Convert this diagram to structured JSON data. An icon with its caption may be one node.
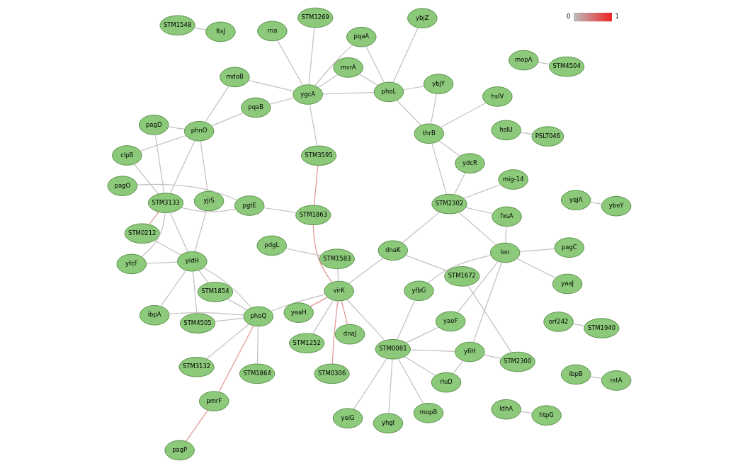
{
  "diagram": {
    "nodes": [
      {
        "text": [
          "phoQ"
        ]
      },
      {
        "text": [
          "virK"
        ]
      },
      {
        "text": [
          "STM0081"
        ]
      },
      {
        "text": [
          "yeaH"
        ]
      },
      {
        "text": [
          "dnaJ"
        ]
      },
      {
        "text": [
          "yhgI"
        ]
      },
      {
        "text": [
          "STM1864"
        ]
      },
      {
        "text": [
          "hslU"
        ]
      },
      {
        "text": [
          "mopA"
        ]
      },
      {
        "text": [
          "mopB"
        ]
      },
      {
        "text": [
          "pmrF"
        ]
      },
      {
        "text": [
          "STM4505"
        ]
      },
      {
        "text": [
          "STM4504"
        ]
      },
      {
        "text": [
          "STM0306"
        ]
      },
      {
        "text": [
          "STM3132"
        ]
      },
      {
        "text": [
          "yidH"
        ]
      },
      {
        "text": [
          "PSLT046"
        ]
      },
      {
        "text": [
          "STM1854"
        ]
      },
      {
        "text": [
          "ldhA"
        ]
      },
      {
        "text": [
          "htpG"
        ]
      },
      {
        "text": [
          "pdgL"
        ]
      },
      {
        "text": [
          "STM1583"
        ]
      },
      {
        "text": [
          "pagP"
        ]
      },
      {
        "text": [
          "ibpA"
        ]
      },
      {
        "text": [
          "yeiG"
        ]
      },
      {
        "text": [
          "STM1252"
        ]
      },
      {
        "text": [
          "yfiH"
        ]
      },
      {
        "text": [
          "orf242"
        ]
      },
      {
        "text": [
          "yfcF"
        ]
      },
      {
        "text": [
          "STM1548"
        ]
      },
      {
        "text": [
          "ftsJ"
        ]
      },
      {
        "text": [
          "ibpB"
        ]
      },
      {
        "text": [
          "rstA"
        ]
      },
      {
        "text": [
          "rluD"
        ]
      },
      {
        "text": [
          "STM1940"
        ]
      },
      {
        "text": [
          "STM1863"
        ]
      },
      {
        "text": [
          "STM3133"
        ]
      },
      {
        "text": [
          "STM0212"
        ]
      },
      {
        "text": [
          "STM2300"
        ]
      },
      {
        "text": [
          "yqjA"
        ]
      },
      {
        "text": [
          "ybeY"
        ]
      },
      {
        "text": [
          "pagO"
        ]
      },
      {
        "text": [
          "STM1672"
        ]
      },
      {
        "text": [
          "yaaJ"
        ]
      },
      {
        "text": [
          "yfbG"
        ]
      },
      {
        "text": [
          "pgtE"
        ]
      },
      {
        "text": [
          "lon"
        ]
      },
      {
        "text": [
          "dnaK"
        ]
      },
      {
        "text": [
          "yaoF"
        ]
      },
      {
        "text": [
          "pagD"
        ]
      },
      {
        "text": [
          "clpB"
        ]
      },
      {
        "text": [
          "phnO"
        ]
      },
      {
        "text": [
          "STM1269"
        ]
      },
      {
        "text": [
          "ybjZ"
        ]
      },
      {
        "text": [
          "ybjY"
        ]
      },
      {
        "text": [
          "mig-14"
        ]
      },
      {
        "text": [
          "pagC"
        ]
      },
      {
        "text": [
          "mdoB"
        ]
      },
      {
        "text": [
          "pqaB"
        ]
      },
      {
        "text": [
          "yjiS"
        ]
      },
      {
        "text": [
          "hslV"
        ]
      },
      {
        "text": [
          "fxsA"
        ]
      },
      {
        "text": [
          "pqaA"
        ]
      },
      {
        "text": [
          "STM3595"
        ]
      },
      {
        "text": [
          "rna"
        ]
      },
      {
        "text": [
          "ydcR"
        ]
      },
      {
        "text": [
          "STM2302"
        ]
      },
      {
        "text": [
          "msrA"
        ]
      },
      {
        "text": [
          "ygcA"
        ]
      },
      {
        "text": [
          "phoL"
        ]
      },
      {
        "text": [
          "thrB"
        ]
      }
    ],
    "edges": [
      {
        "from": 0,
        "to": 1,
        "arrow": "none"
      },
      {
        "from": 1,
        "to": 2,
        "arrow": "none"
      },
      {
        "from": 2,
        "to": 26,
        "arrow": "none"
      },
      {
        "from": 26,
        "to": 46,
        "arrow": "none"
      },
      {
        "from": 46,
        "to": 66,
        "arrow": "none"
      },
      {
        "from": 66,
        "to": 70,
        "arrow": "none"
      },
      {
        "from": 70,
        "to": 69,
        "arrow": "none"
      },
      {
        "from": 69,
        "to": 68,
        "arrow": "none"
      },
      {
        "from": 68,
        "to": 58,
        "arrow": "none"
      },
      {
        "from": 58,
        "to": 51,
        "arrow": "none"
      },
      {
        "from": 51,
        "to": 36,
        "arrow": "none"
      },
      {
        "from": 36,
        "to": 15,
        "arrow": "none"
      },
      {
        "from": 15,
        "to": 0,
        "arrow": "none"
      },
      {
        "from": 0,
        "to": 6,
        "arrow": "none"
      },
      {
        "from": 0,
        "to": 11,
        "arrow": "none"
      },
      {
        "from": 0,
        "to": 14,
        "arrow": "none"
      },
      {
        "from": 0,
        "to": 17,
        "arrow": "none"
      },
      {
        "from": 0,
        "to": 10,
        "arrow": "none",
        "color": "#e39494"
      },
      {
        "from": 0,
        "to": 23,
        "arrow": "none"
      },
      {
        "from": 1,
        "to": 13,
        "arrow": "none",
        "color": "#e39494"
      },
      {
        "from": 1,
        "to": 21,
        "arrow": "none"
      },
      {
        "from": 1,
        "to": 25,
        "arrow": "none"
      },
      {
        "from": 1,
        "to": 35,
        "arrow": "none",
        "color": "#e39494"
      },
      {
        "from": 1,
        "to": 47,
        "arrow": "none"
      },
      {
        "from": 1,
        "to": 4,
        "arrow": "none",
        "color": "#e39494"
      },
      {
        "from": 1,
        "to": 3,
        "arrow": "none",
        "color": "#e39494"
      },
      {
        "from": 2,
        "to": 9,
        "arrow": "none"
      },
      {
        "from": 2,
        "to": 5,
        "arrow": "none"
      },
      {
        "from": 2,
        "to": 24,
        "arrow": "none"
      },
      {
        "from": 2,
        "to": 33,
        "arrow": "none"
      },
      {
        "from": 2,
        "to": 44,
        "arrow": "none"
      },
      {
        "from": 2,
        "to": 48,
        "arrow": "none"
      },
      {
        "from": 15,
        "to": 17,
        "arrow": "none"
      },
      {
        "from": 15,
        "to": 23,
        "arrow": "none"
      },
      {
        "from": 15,
        "to": 28,
        "arrow": "none"
      },
      {
        "from": 15,
        "to": 37,
        "arrow": "none"
      },
      {
        "from": 15,
        "to": 59,
        "arrow": "none"
      },
      {
        "from": 15,
        "to": 11,
        "arrow": "none"
      },
      {
        "from": 36,
        "to": 37,
        "arrow": "none",
        "color": "#e39494"
      },
      {
        "from": 36,
        "to": 49,
        "arrow": "none"
      },
      {
        "from": 36,
        "to": 50,
        "arrow": "none"
      },
      {
        "from": 36,
        "to": 28,
        "arrow": "none"
      },
      {
        "from": 36,
        "to": 45,
        "arrow": "none"
      },
      {
        "from": 51,
        "to": 59,
        "arrow": "none"
      },
      {
        "from": 51,
        "to": 49,
        "arrow": "none"
      },
      {
        "from": 51,
        "to": 50,
        "arrow": "none"
      },
      {
        "from": 51,
        "to": 57,
        "arrow": "none"
      },
      {
        "from": 46,
        "to": 48,
        "arrow": "none"
      },
      {
        "from": 46,
        "to": 44,
        "arrow": "none"
      },
      {
        "from": 46,
        "to": 56,
        "arrow": "none"
      },
      {
        "from": 46,
        "to": 61,
        "arrow": "none"
      },
      {
        "from": 46,
        "to": 43,
        "arrow": "none"
      },
      {
        "from": 66,
        "to": 65,
        "arrow": "none"
      },
      {
        "from": 66,
        "to": 61,
        "arrow": "none"
      },
      {
        "from": 66,
        "to": 55,
        "arrow": "none"
      },
      {
        "from": 66,
        "to": 47,
        "arrow": "none"
      },
      {
        "from": 68,
        "to": 64,
        "arrow": "none"
      },
      {
        "from": 68,
        "to": 63,
        "arrow": "none"
      },
      {
        "from": 68,
        "to": 57,
        "arrow": "none"
      },
      {
        "from": 68,
        "to": 62,
        "arrow": "none"
      },
      {
        "from": 68,
        "to": 67,
        "arrow": "none"
      },
      {
        "from": 68,
        "to": 52,
        "arrow": "none"
      },
      {
        "from": 69,
        "to": 67,
        "arrow": "none"
      },
      {
        "from": 69,
        "to": 62,
        "arrow": "none"
      },
      {
        "from": 69,
        "to": 54,
        "arrow": "none"
      },
      {
        "from": 69,
        "to": 53,
        "arrow": "none"
      },
      {
        "from": 70,
        "to": 60,
        "arrow": "none"
      },
      {
        "from": 70,
        "to": 54,
        "arrow": "none"
      },
      {
        "from": 70,
        "to": 65,
        "arrow": "none"
      },
      {
        "from": 26,
        "to": 33,
        "arrow": "none"
      },
      {
        "from": 26,
        "to": 38,
        "arrow": "none"
      },
      {
        "from": 10,
        "to": 22,
        "arrow": "none",
        "color": "#e39494"
      },
      {
        "from": 35,
        "to": 63,
        "arrow": "none",
        "color": "#e39494"
      },
      {
        "from": 35,
        "to": 45,
        "arrow": "none"
      },
      {
        "from": 39,
        "to": 40,
        "arrow": "none"
      },
      {
        "from": 41,
        "to": 45,
        "arrow": "none"
      },
      {
        "from": 8,
        "to": 12,
        "arrow": "none"
      },
      {
        "from": 7,
        "to": 16,
        "arrow": "none"
      },
      {
        "from": 18,
        "to": 19,
        "arrow": "none"
      },
      {
        "from": 20,
        "to": 21,
        "arrow": "none"
      },
      {
        "from": 27,
        "to": 34,
        "arrow": "none"
      },
      {
        "from": 29,
        "to": 30,
        "arrow": "none"
      },
      {
        "from": 31,
        "to": 32,
        "arrow": "none"
      },
      {
        "from": 42,
        "to": 47,
        "arrow": "none"
      },
      {
        "from": 38,
        "to": 42,
        "arrow": "none"
      }
    ],
    "labels": [
      "0",
      "1"
    ]
  }
}
